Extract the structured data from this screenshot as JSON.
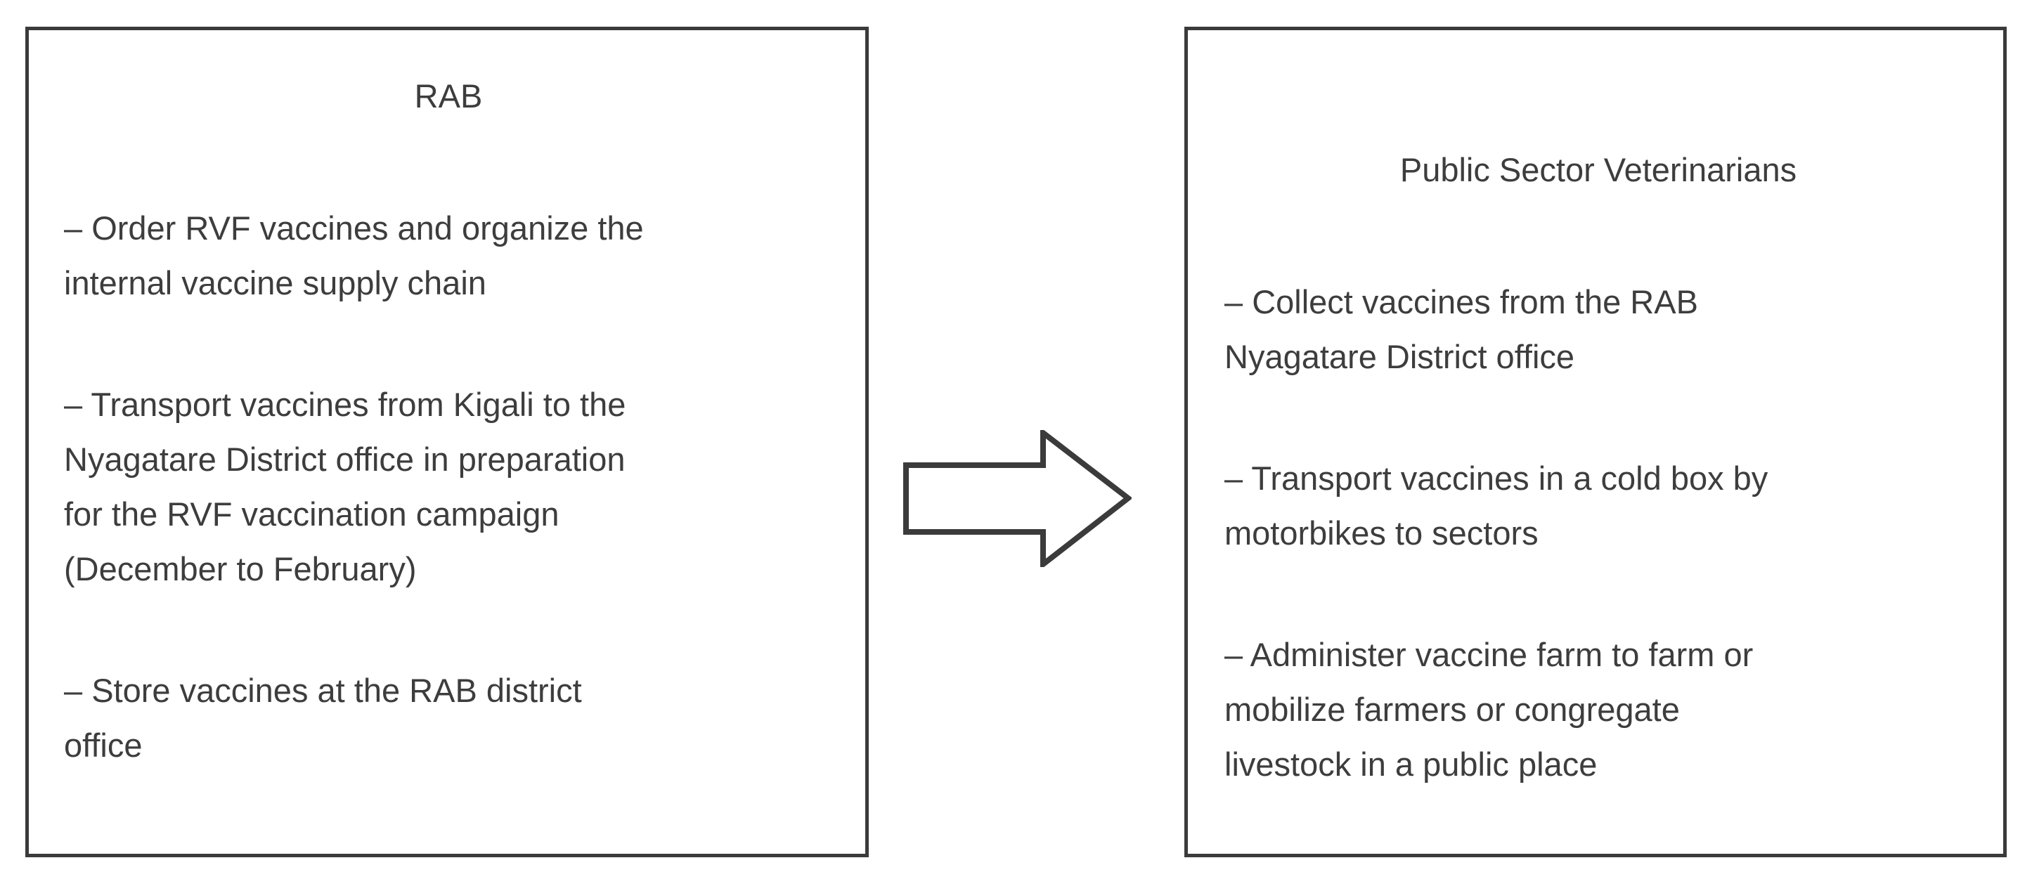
{
  "left_box": {
    "title": "RAB",
    "items": [
      "– Order RVF vaccines and organize the\ninternal vaccine supply chain",
      "– Transport vaccines from Kigali to the\nNyagatare District office in preparation\nfor the RVF vaccination campaign\n(December to February)",
      "– Store vaccines at the RAB district\noffice"
    ]
  },
  "right_box": {
    "title": "Public Sector Veterinarians",
    "items": [
      "– Collect vaccines from the RAB\nNyagatare District office",
      "– Transport vaccines in a cold box by\nmotorbikes to sectors",
      "– Administer vaccine farm to farm or\nmobilize farmers or congregate\nlivestock in a public place"
    ]
  },
  "arrow": {
    "icon": "right-arrow-icon",
    "direction": "right"
  },
  "colors": {
    "border": "#3b3b3b",
    "text": "#3d3d3d",
    "background": "#ffffff"
  }
}
